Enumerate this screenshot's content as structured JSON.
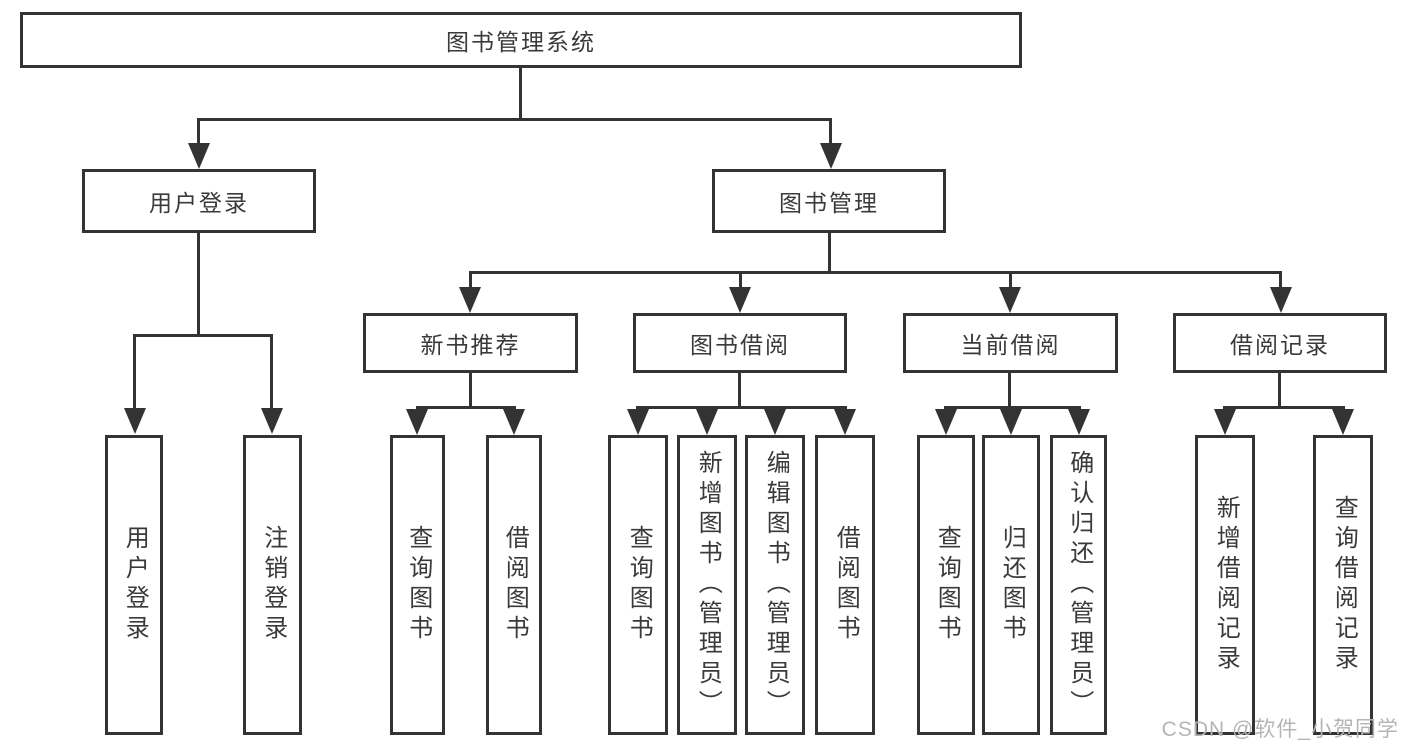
{
  "tree": {
    "root": {
      "label": "图书管理系统"
    },
    "branches": [
      {
        "label": "用户登录",
        "leaves": [
          {
            "label": "用户登录"
          },
          {
            "label": "注销登录"
          }
        ]
      },
      {
        "label": "图书管理",
        "groups": [
          {
            "label": "新书推荐",
            "leaves": [
              {
                "label": "查询图书"
              },
              {
                "label": "借阅图书"
              }
            ]
          },
          {
            "label": "图书借阅",
            "leaves": [
              {
                "label": "查询图书"
              },
              {
                "label": "新增图书（管理员）"
              },
              {
                "label": "编辑图书（管理员）"
              },
              {
                "label": "借阅图书"
              }
            ]
          },
          {
            "label": "当前借阅",
            "leaves": [
              {
                "label": "查询图书"
              },
              {
                "label": "归还图书"
              },
              {
                "label": "确认归还（管理员）"
              }
            ]
          },
          {
            "label": "借阅记录",
            "leaves": [
              {
                "label": "新增借阅记录"
              },
              {
                "label": "查询借阅记录"
              }
            ]
          }
        ]
      }
    ]
  },
  "watermark": {
    "text": "CSDN @软件_小贺同学"
  },
  "colors": {
    "line": "#333333",
    "text": "#3a3a3a",
    "background": "#ffffff",
    "watermark": "#b5b5b9"
  }
}
